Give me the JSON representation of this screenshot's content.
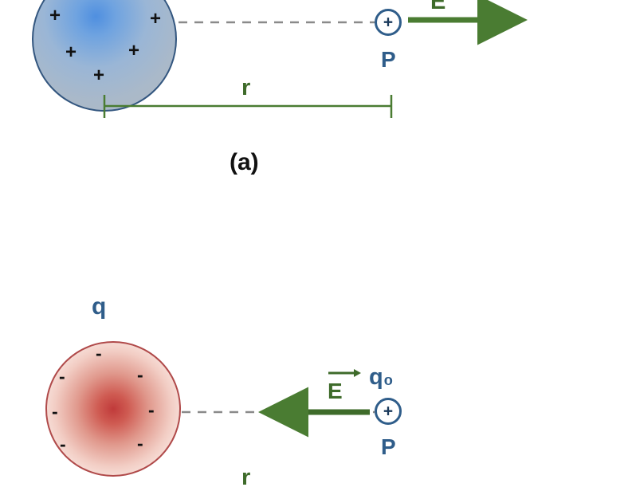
{
  "figure": {
    "panel_a": {
      "caption": "(a)",
      "sphere_charge_signs": [
        "+",
        "+",
        "+",
        "+",
        "+"
      ],
      "field_label": "E",
      "point_label": "P",
      "distance_label": "r"
    },
    "panel_b": {
      "charge_label": "q",
      "test_charge_label": "q₀",
      "sphere_charge_signs": [
        "-",
        "-",
        "-",
        "-",
        "-",
        "-",
        "-"
      ],
      "field_label": "E",
      "point_label": "P",
      "distance_label": "r"
    },
    "test_charge_glyph": "+",
    "colors": {
      "label_blue": "#2f5d8a",
      "arrow_green": "#4a7c32",
      "positive_sphere_edge": "#33567f",
      "negative_sphere_edge": "#b04a4a",
      "dashed_line": "#8a8a8a",
      "caption_black": "#111111"
    }
  }
}
